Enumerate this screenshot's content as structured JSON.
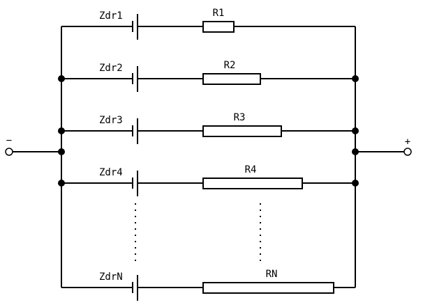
{
  "terminals": {
    "negative": "−",
    "positive": "+"
  },
  "branches": [
    {
      "source_label": "Zdr1",
      "resistor_label": "R1"
    },
    {
      "source_label": "Zdr2",
      "resistor_label": "R2"
    },
    {
      "source_label": "Zdr3",
      "resistor_label": "R3"
    },
    {
      "source_label": "Zdr4",
      "resistor_label": "R4"
    },
    {
      "source_label": "ZdrN",
      "resistor_label": "RN"
    }
  ],
  "colors": {
    "line": "#000000",
    "background": "#ffffff"
  }
}
